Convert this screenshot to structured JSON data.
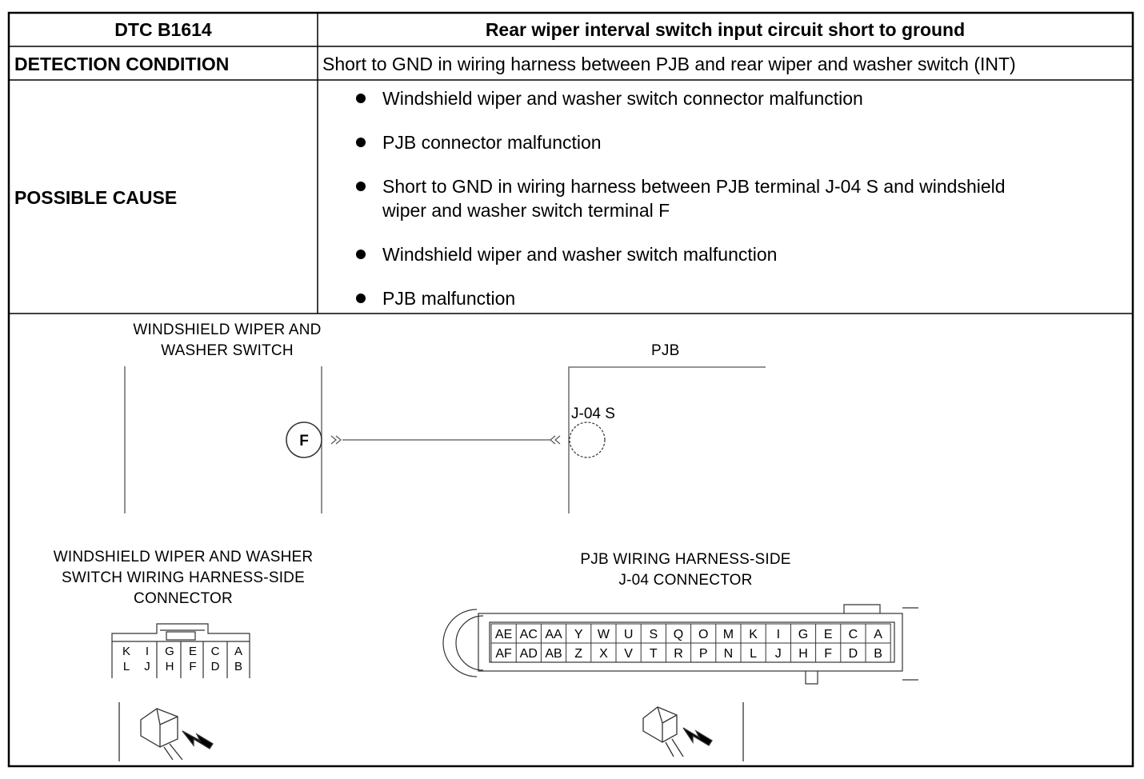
{
  "header": {
    "code": "DTC B1614",
    "title": "Rear wiper interval switch input circuit short to ground"
  },
  "detection": {
    "label": "DETECTION CONDITION",
    "text": "Short to GND in wiring harness between PJB and rear wiper and washer switch (INT)"
  },
  "possible_cause": {
    "label": "POSSIBLE CAUSE",
    "items": [
      "Windshield wiper and washer switch connector malfunction",
      "PJB connector malfunction",
      "Short to GND in wiring harness between PJB terminal J-04 S and windshield",
      "wiper and washer switch terminal F",
      "Windshield wiper and washer switch malfunction",
      "PJB malfunction"
    ]
  },
  "diagram": {
    "switch_label_1": "WINDSHIELD WIPER AND",
    "switch_label_2": "WASHER SWITCH",
    "pjb_label": "PJB",
    "terminal_f": "F",
    "terminal_j04s": "J-04 S",
    "left_conn_title_1": "WINDSHIELD WIPER AND WASHER",
    "left_conn_title_2": "SWITCH WIRING HARNESS-SIDE",
    "left_conn_title_3": "CONNECTOR",
    "right_conn_title_1": "PJB WIRING HARNESS-SIDE",
    "right_conn_title_2": "J-04 CONNECTOR",
    "left_conn_top": [
      "K",
      "I",
      "G",
      "E",
      "C",
      "A"
    ],
    "left_conn_bottom": [
      "L",
      "J",
      "H",
      "F",
      "D",
      "B"
    ],
    "right_conn_top": [
      "AE",
      "AC",
      "AA",
      "Y",
      "W",
      "U",
      "S",
      "Q",
      "O",
      "M",
      "K",
      "I",
      "G",
      "E",
      "C",
      "A"
    ],
    "right_conn_bottom": [
      "AF",
      "AD",
      "AB",
      "Z",
      "X",
      "V",
      "T",
      "R",
      "P",
      "N",
      "L",
      "J",
      "H",
      "F",
      "D",
      "B"
    ]
  }
}
